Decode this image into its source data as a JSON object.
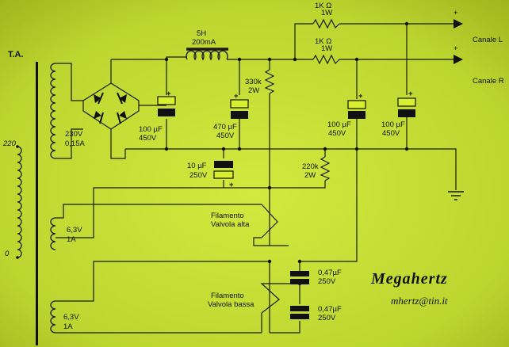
{
  "transformer": {
    "label": "T.A.",
    "primary_220": "220",
    "primary_0": "0",
    "sec_hv_voltage": "230V",
    "sec_hv_current": "0,15A",
    "sec_fil1_voltage": "6,3V",
    "sec_fil1_current": "1A",
    "sec_fil2_voltage": "6,3V",
    "sec_fil2_current": "1A"
  },
  "choke": {
    "inductance": "5H",
    "current": "200mA"
  },
  "caps": {
    "c1_value": "100 µF",
    "c1_voltage": "450V",
    "c2_value": "470 µF",
    "c2_voltage": "450V",
    "c3_value": "100 µF",
    "c3_voltage": "450V",
    "c4_value": "100 µF",
    "c4_voltage": "450V",
    "c5_value": "10 µF",
    "c5_voltage": "250V",
    "c6_value": "0,47µF",
    "c6_voltage": "250V",
    "c7_value": "0,47µF",
    "c7_voltage": "250V"
  },
  "resistors": {
    "r1_value": "1K Ω",
    "r1_power": "1W",
    "r2_value": "1K Ω",
    "r2_power": "1W",
    "r3_value": "330k",
    "r3_power": "2W",
    "r4_value": "220k",
    "r4_power": "2W"
  },
  "outputs": {
    "plus_top": "+",
    "plus_bottom": "+",
    "canale_l": "Canale L",
    "canale_r": "Canale R"
  },
  "filaments": {
    "high_line1": "Filamento",
    "high_line2": "Valvola alta",
    "low_line1": "Filamento",
    "low_line2": "Valvola bassa"
  },
  "credits": {
    "brand": "Megahertz",
    "email": "mhertz@tin.it"
  },
  "colors": {
    "background": "#c8e03a",
    "background_dark": "#9cb41c",
    "ink": "#111111"
  }
}
